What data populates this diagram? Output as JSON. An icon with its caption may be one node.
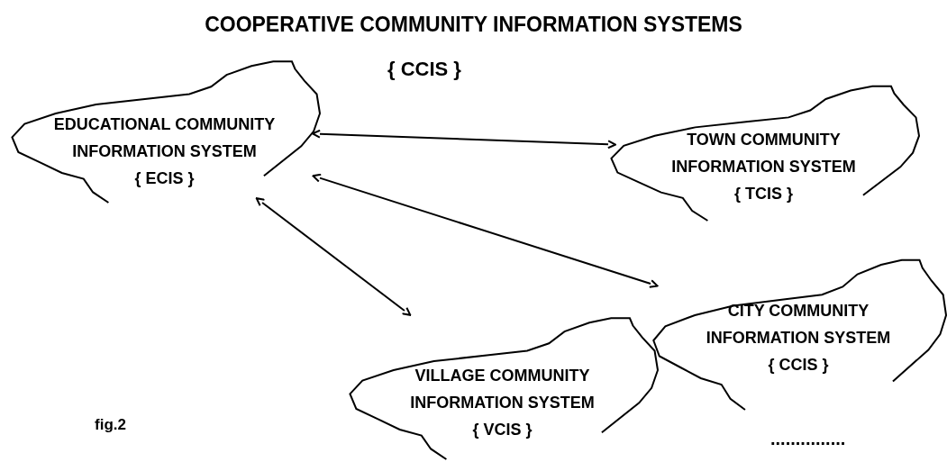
{
  "diagram": {
    "title": "COOPERATIVE COMMUNITY INFORMATION SYSTEMS",
    "nodes": [
      {
        "text": [
          "EDUCATIONAL COMMUNITY INFORMATION SYSTEM",
          "{ ECIS }"
        ]
      },
      {
        "text": [
          "TOWN COMMUNITY INFORMATION SYSTEM",
          "{ TCIS }"
        ]
      },
      {
        "text": [
          "CITY COMMUNITY INFORMATION SYSTEM",
          "{ CCIS }"
        ]
      },
      {
        "text": [
          "VILLAGE COMMUNITY INFORMATION SYSTEM",
          "{ VCIS }"
        ]
      }
    ],
    "edges": [
      {
        "from": 0,
        "to": 1,
        "arrow": "both"
      },
      {
        "from": 0,
        "to": 2,
        "arrow": "both"
      },
      {
        "from": 0,
        "to": 3,
        "arrow": "both"
      }
    ],
    "labels": [
      "{ CCIS }",
      "fig.2",
      "..............."
    ]
  }
}
